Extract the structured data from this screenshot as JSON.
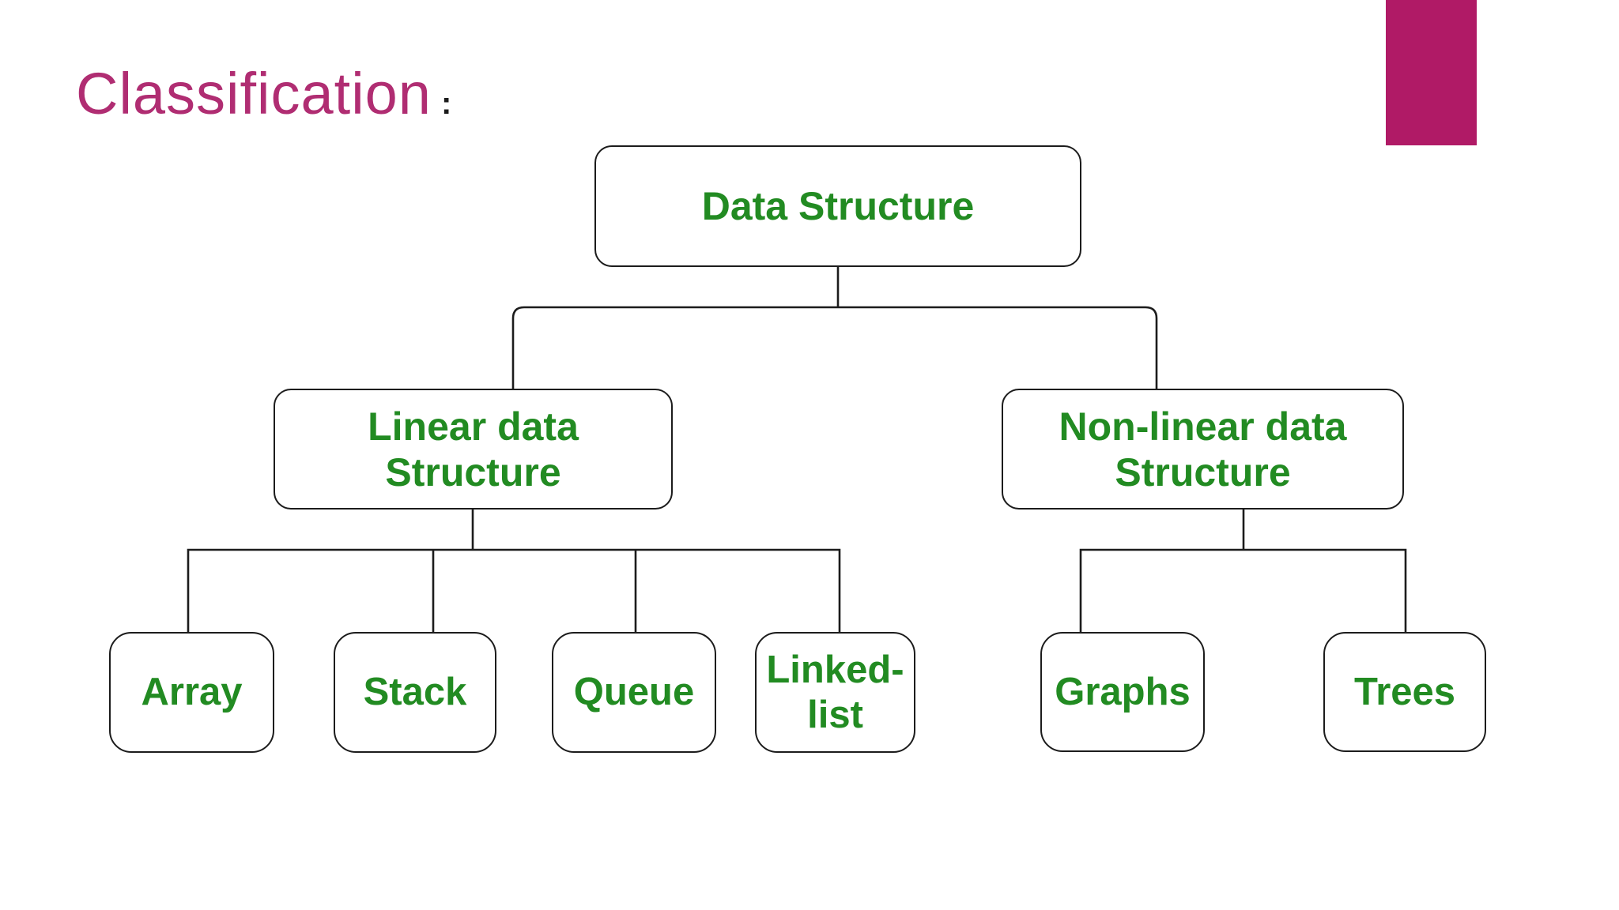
{
  "slide": {
    "title": "Classification",
    "title_colon": ":"
  },
  "colors": {
    "background": "#ffffff",
    "title": "#b02d72",
    "accent_bar": "#b01a66",
    "node_text": "#228b22",
    "line": "#1c1c1c",
    "node_bg": "#ffffff"
  },
  "diagram": {
    "nodes": {
      "root": {
        "lines": [
          "Data Structure"
        ]
      },
      "linear": {
        "lines": [
          "Linear data",
          "Structure"
        ]
      },
      "nonlinear": {
        "lines": [
          "Non-linear data",
          "Structure"
        ]
      },
      "array": {
        "lines": [
          "Array"
        ]
      },
      "stack": {
        "lines": [
          "Stack"
        ]
      },
      "queue": {
        "lines": [
          "Queue"
        ]
      },
      "linked_list": {
        "lines": [
          "Linked-",
          "list"
        ]
      },
      "graphs": {
        "lines": [
          "Graphs"
        ]
      },
      "trees": {
        "lines": [
          "Trees"
        ]
      }
    },
    "edges": [
      {
        "from": "Data Structure",
        "to": "Linear data Structure"
      },
      {
        "from": "Data Structure",
        "to": "Non-linear data Structure"
      },
      {
        "from": "Linear data Structure",
        "to": "Array"
      },
      {
        "from": "Linear data Structure",
        "to": "Stack"
      },
      {
        "from": "Linear data Structure",
        "to": "Queue"
      },
      {
        "from": "Linear data Structure",
        "to": "Linked-list"
      },
      {
        "from": "Non-linear data Structure",
        "to": "Graphs"
      },
      {
        "from": "Non-linear data Structure",
        "to": "Trees"
      }
    ]
  }
}
